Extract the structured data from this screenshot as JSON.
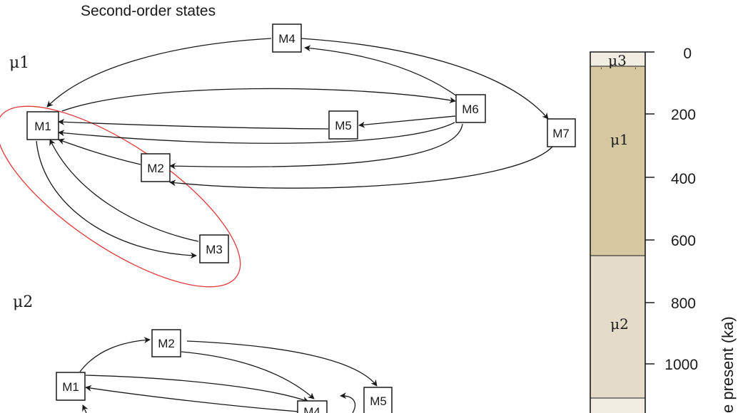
{
  "title": "Second-order states",
  "groups": [
    {
      "label": "μ1",
      "nodes": [
        {
          "id": "M4",
          "label": "M4"
        },
        {
          "id": "M1",
          "label": "M1"
        },
        {
          "id": "M6",
          "label": "M6"
        },
        {
          "id": "M5",
          "label": "M5"
        },
        {
          "id": "M7",
          "label": "M7"
        },
        {
          "id": "M2",
          "label": "M2"
        },
        {
          "id": "M3",
          "label": "M3"
        }
      ],
      "edges": [
        {
          "from": "M4",
          "to": "M1"
        },
        {
          "from": "M4",
          "to": "M7"
        },
        {
          "from": "M6",
          "to": "M4"
        },
        {
          "from": "M1",
          "to": "M6"
        },
        {
          "from": "M6",
          "to": "M5"
        },
        {
          "from": "M5",
          "to": "M1"
        },
        {
          "from": "M6",
          "to": "M1"
        },
        {
          "from": "M6",
          "to": "M2"
        },
        {
          "from": "M2",
          "to": "M1"
        },
        {
          "from": "M7",
          "to": "M2"
        },
        {
          "from": "M1",
          "to": "M3"
        },
        {
          "from": "M3",
          "to": "M1"
        }
      ]
    },
    {
      "label": "μ2",
      "nodes": [
        {
          "id": "M2",
          "label": "M2"
        },
        {
          "id": "M1",
          "label": "M1"
        },
        {
          "id": "M5",
          "label": "M5"
        },
        {
          "id": "M4",
          "label": "M4"
        }
      ],
      "edges": [
        {
          "from": "M1",
          "to": "M2"
        },
        {
          "from": "M2",
          "to": "M4"
        },
        {
          "from": "M2",
          "to": "M5"
        },
        {
          "from": "M1",
          "to": "M4"
        },
        {
          "from": "M4",
          "to": "M1"
        }
      ]
    }
  ],
  "timescale": {
    "units_label": "e present (ka)",
    "ticks": [
      "0",
      "200",
      "400",
      "600",
      "800",
      "1000"
    ],
    "segments": [
      {
        "label": "μ3",
        "color": "#f1ede2"
      },
      {
        "label": "μ1",
        "color": "#d5c7a0"
      },
      {
        "label": "μ2",
        "color": "#e4dcc9"
      },
      {
        "label": "",
        "color": "#f1ede2"
      }
    ],
    "marks": [
      ",",
      ","
    ]
  },
  "colors": {
    "highlight": "#e03a3a",
    "stroke": "#1a1a1a"
  }
}
